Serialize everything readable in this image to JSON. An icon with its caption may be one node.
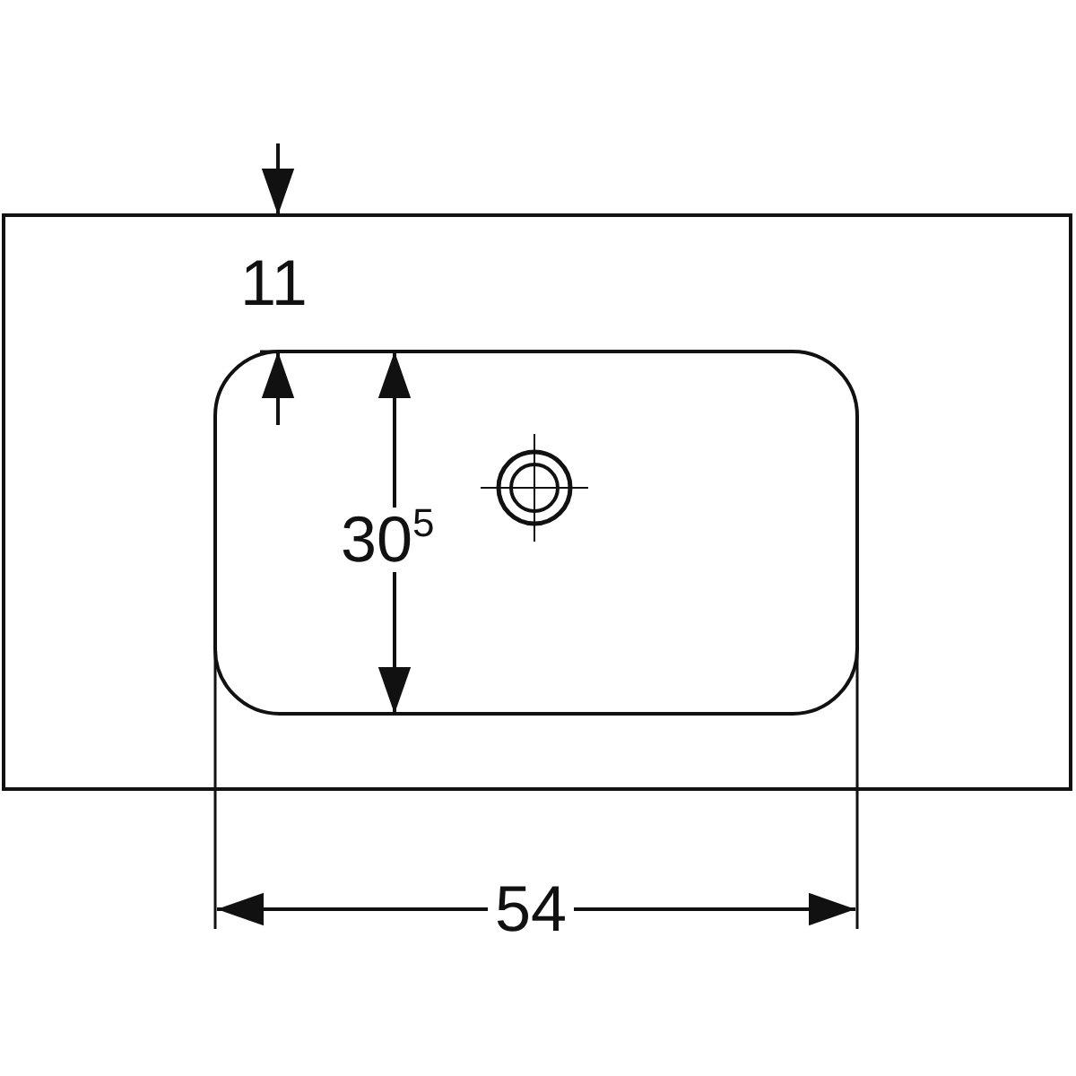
{
  "diagram": {
    "labels": [
      "11",
      "30$^{5}$",
      "54"
    ]
  }
}
